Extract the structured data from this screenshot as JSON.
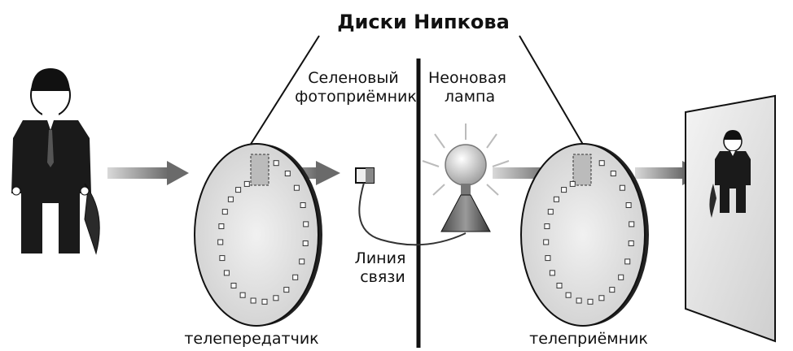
{
  "title": "Диски Нипкова",
  "labels": {
    "photodetector": [
      "Селеновый",
      "фотоприёмник"
    ],
    "neon_lamp": [
      "Неоновая",
      "лампа"
    ],
    "link": [
      "Линия",
      "связи"
    ],
    "transmitter": "телепередатчик",
    "receiver": "телеприёмник"
  }
}
